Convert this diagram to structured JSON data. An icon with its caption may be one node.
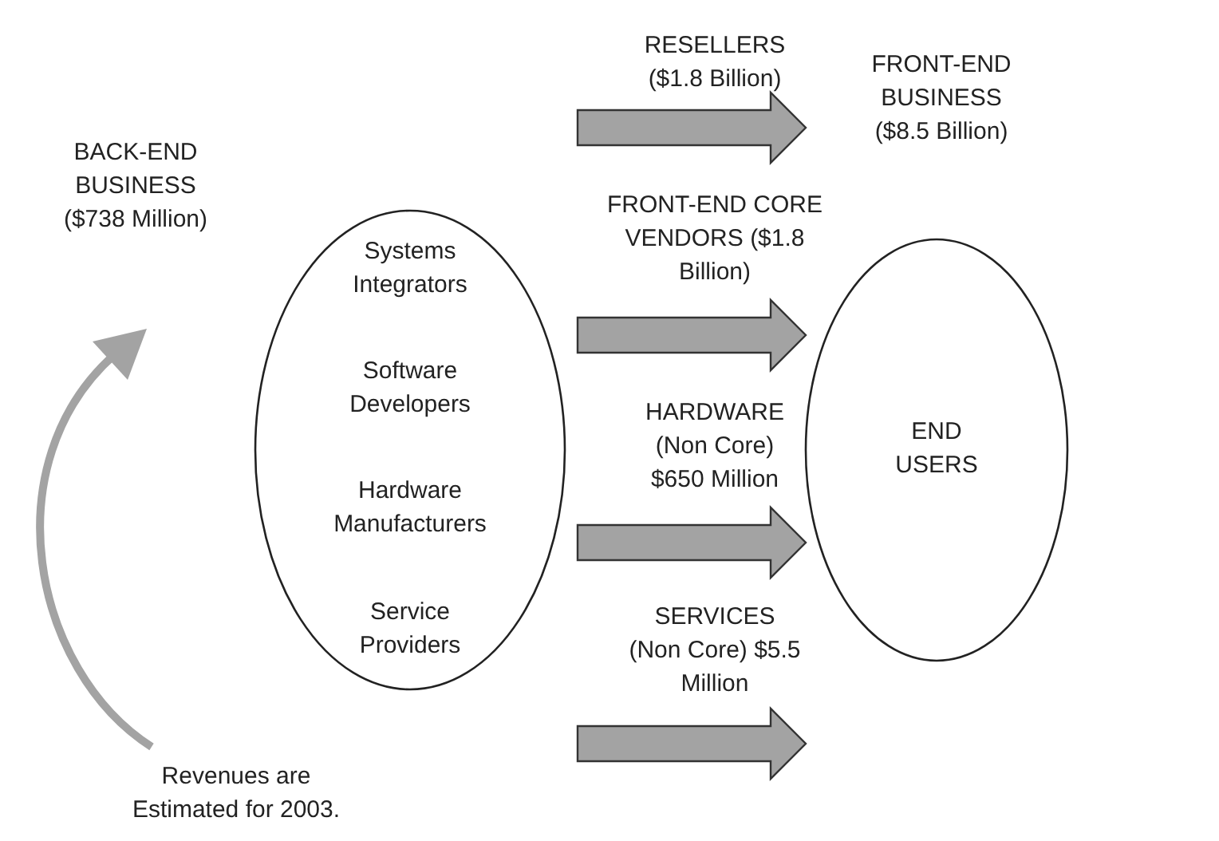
{
  "diagram": {
    "nodes": [
      {
        "text": [
          "BACK-END BUSINESS ($738 Million)",
          "Systems Integrators",
          "Software Developers",
          "Hardware Manufacturers",
          "Service Providers"
        ]
      },
      {
        "text": [
          "FRONT-END BUSINESS ($8.5 Billion)",
          "END USERS"
        ]
      }
    ],
    "edges": [
      {
        "from": 0,
        "to": 1,
        "arrow": "to",
        "style": "thick",
        "label": "RESELLERS ($1.8 Billion)"
      },
      {
        "from": 0,
        "to": 1,
        "arrow": "to",
        "style": "thick",
        "label": "FRONT-END CORE VENDORS ($1.8 Billion)"
      },
      {
        "from": 0,
        "to": 1,
        "arrow": "to",
        "style": "thick",
        "label": "HARDWARE (Non Core) $650 Million"
      },
      {
        "from": 0,
        "to": 1,
        "arrow": "to",
        "style": "thick",
        "label": "SERVICES (Non Core) $5.5 Million"
      }
    ],
    "labels": [
      "Revenues are Estimated for 2003."
    ]
  }
}
